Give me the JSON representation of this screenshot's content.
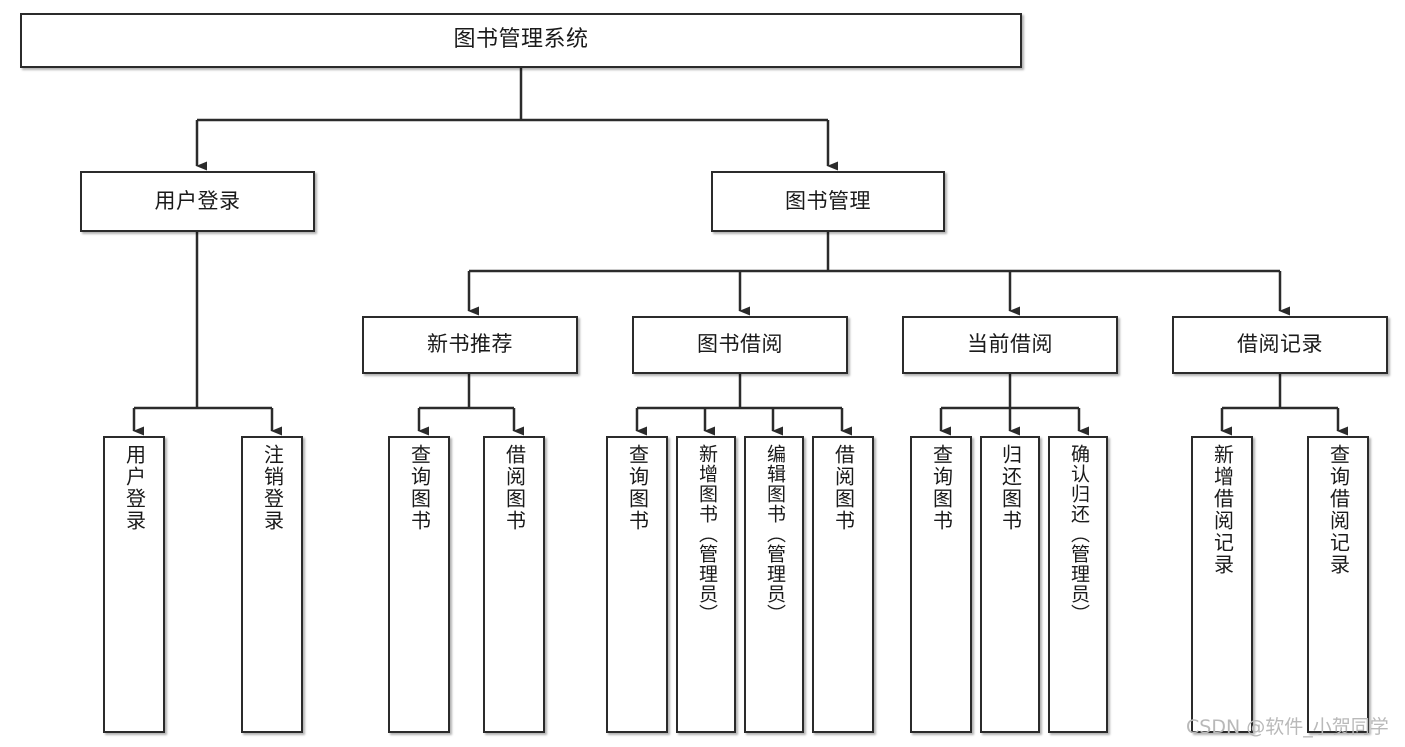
{
  "diagram": {
    "type": "tree",
    "title": "图书管理系统",
    "watermark": "CSDN @软件_小贺同学",
    "colors": {
      "border": "#2b2b2b",
      "background": "#ffffff",
      "text": "#1a1a1a",
      "edge": "#2b2b2b",
      "watermark": "#b9b9b9"
    },
    "levels": {
      "root": {
        "label": "图书管理系统"
      },
      "level2": [
        {
          "label": "用户登录"
        },
        {
          "label": "图书管理"
        }
      ],
      "level3": [
        {
          "label": "新书推荐"
        },
        {
          "label": "图书借阅"
        },
        {
          "label": "当前借阅"
        },
        {
          "label": "借阅记录"
        }
      ],
      "leaves": [
        {
          "label": "用户登录",
          "parent": "用户登录"
        },
        {
          "label": "注销登录",
          "parent": "用户登录"
        },
        {
          "label": "查询图书",
          "parent": "新书推荐"
        },
        {
          "label": "借阅图书",
          "parent": "新书推荐"
        },
        {
          "label": "查询图书",
          "parent": "图书借阅"
        },
        {
          "label": "新增图书（管理员）",
          "parent": "图书借阅"
        },
        {
          "label": "编辑图书（管理员）",
          "parent": "图书借阅"
        },
        {
          "label": "借阅图书",
          "parent": "图书借阅"
        },
        {
          "label": "查询图书",
          "parent": "当前借阅"
        },
        {
          "label": "归还图书",
          "parent": "当前借阅"
        },
        {
          "label": "确认归还（管理员）",
          "parent": "当前借阅"
        },
        {
          "label": "新增借阅记录",
          "parent": "借阅记录"
        },
        {
          "label": "查询借阅记录",
          "parent": "借阅记录"
        }
      ]
    }
  }
}
